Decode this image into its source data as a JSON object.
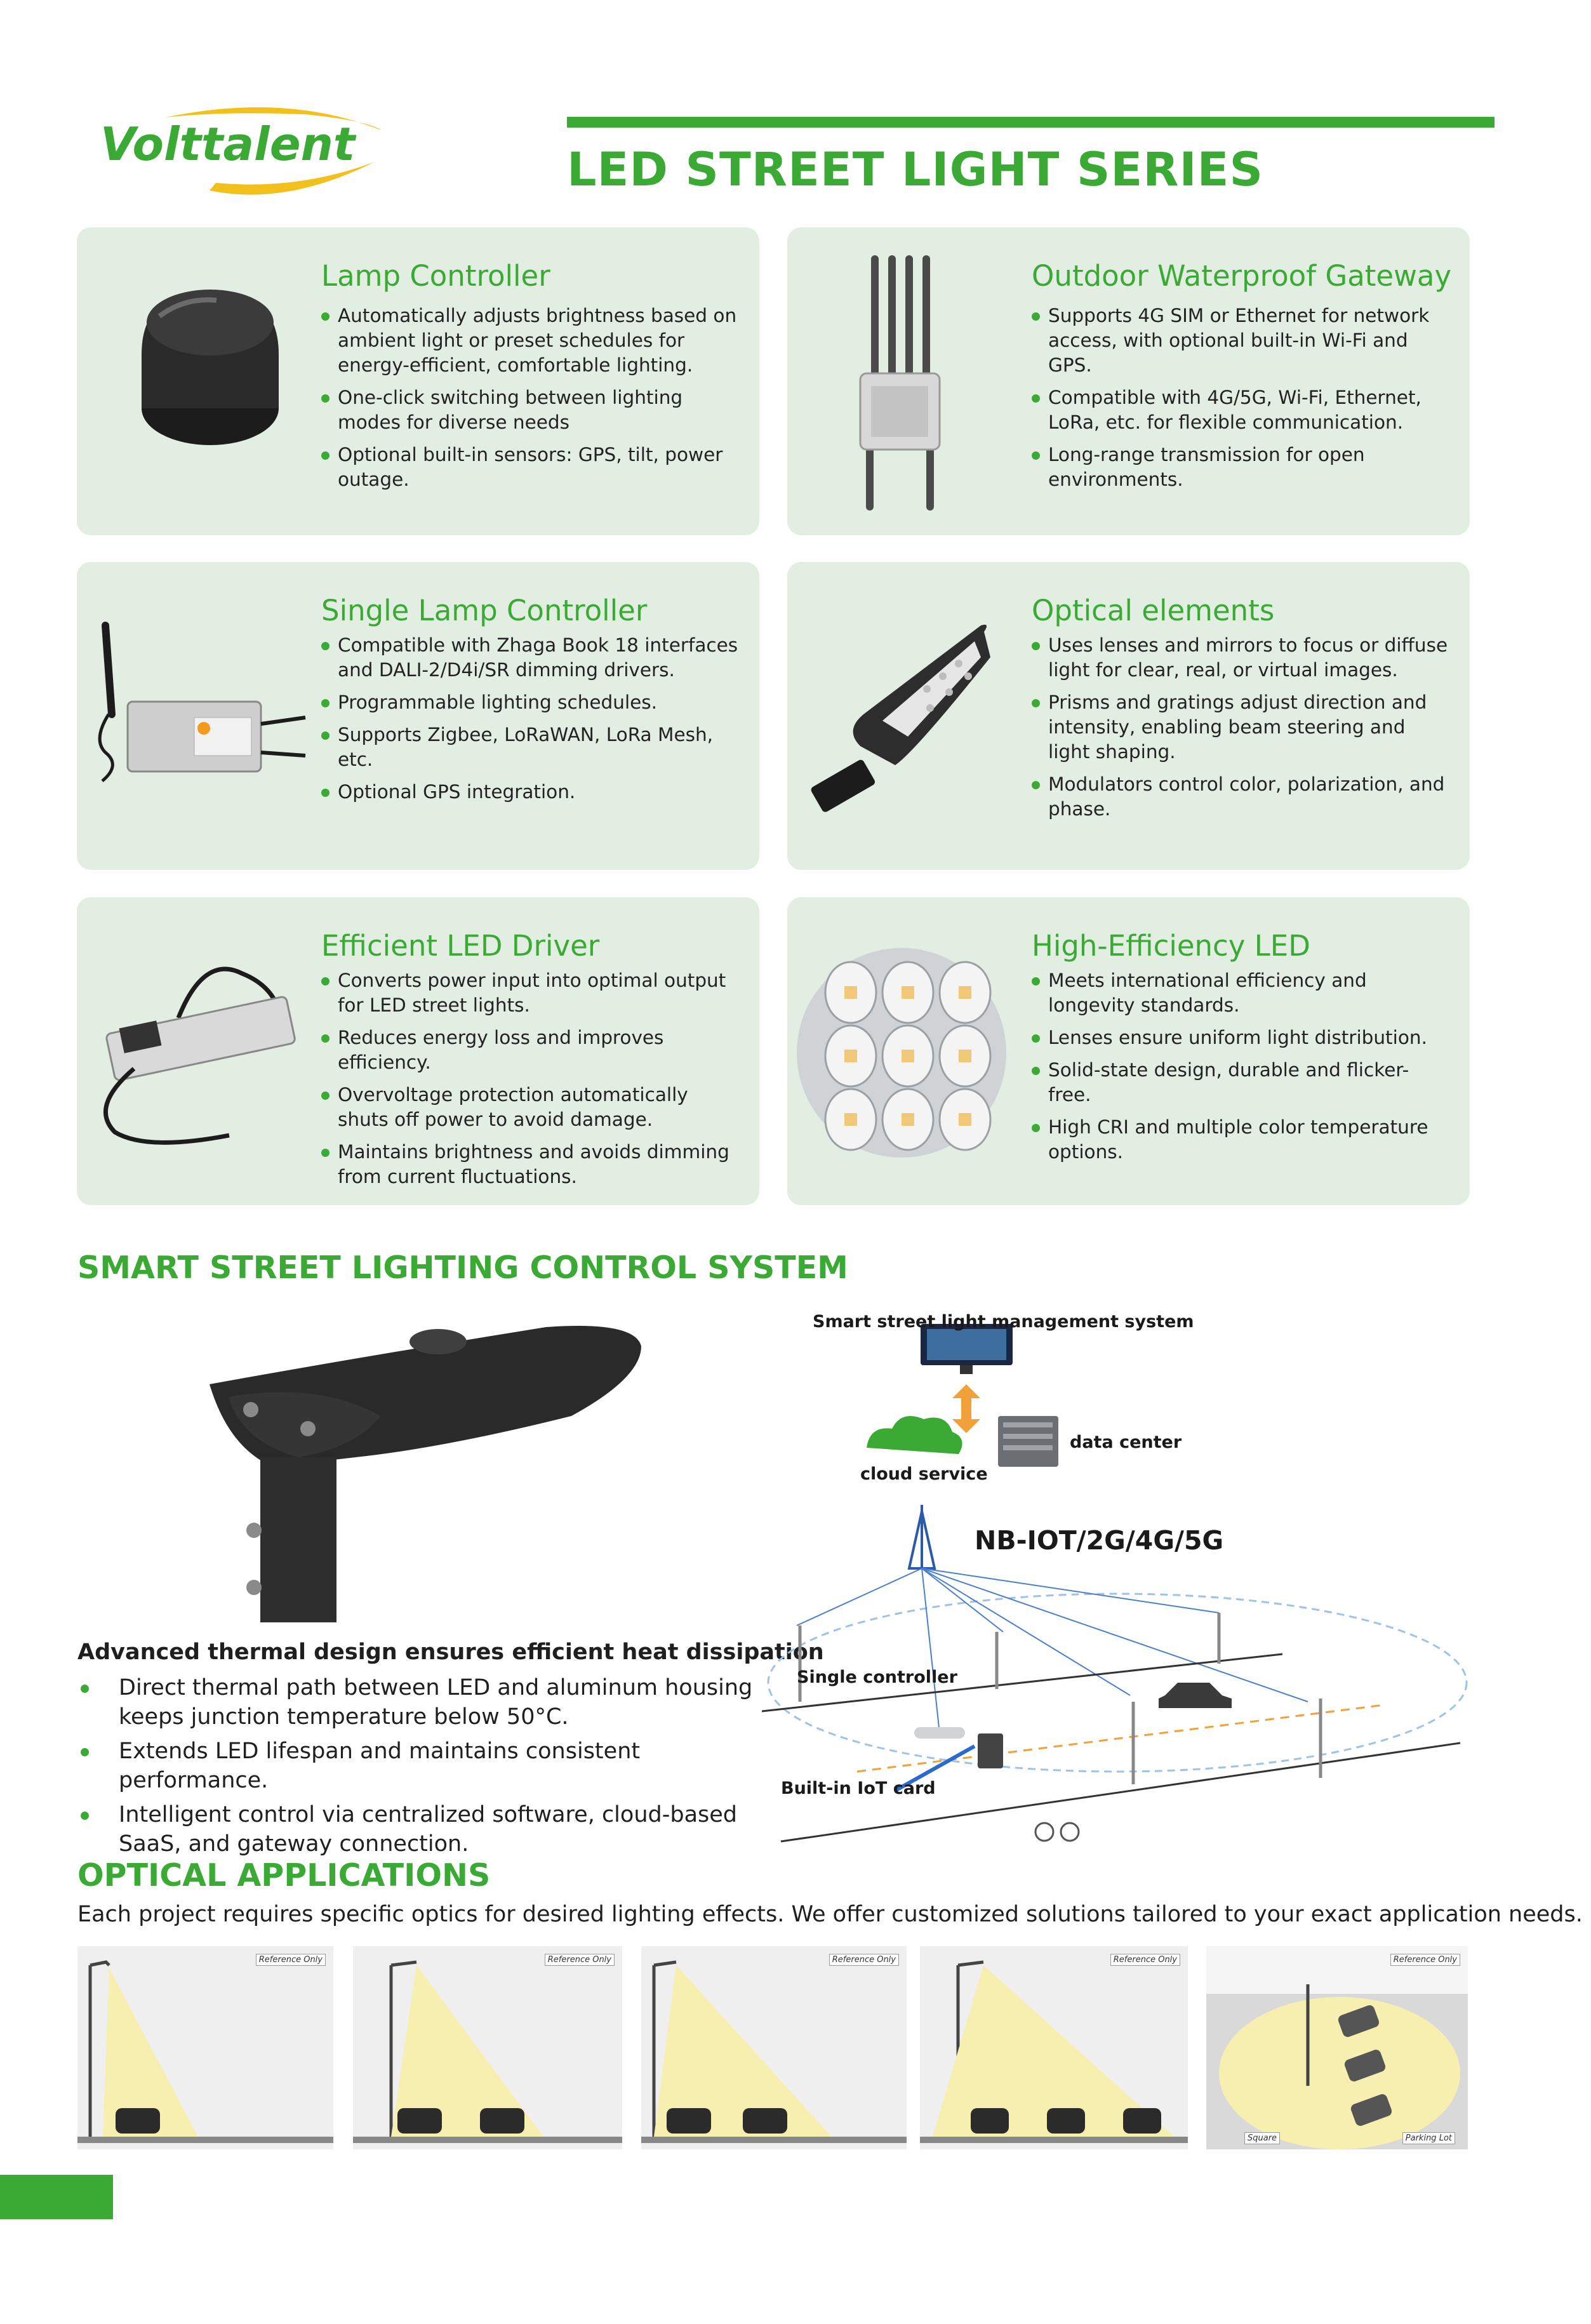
{
  "header": {
    "brand": "Volttalent",
    "title": "LED STREET LIGHT SERIES"
  },
  "cards": [
    {
      "title": "Lamp Controller",
      "bullets": [
        "Automatically adjusts brightness based on ambient light or preset schedules for energy-efficient, comfortable lighting.",
        "One-click switching between lighting modes for diverse needs",
        "Optional built-in sensors: GPS, tilt, power outage."
      ]
    },
    {
      "title": "Outdoor Waterproof Gateway",
      "bullets": [
        "Supports 4G SIM or Ethernet for network access, with optional built-in Wi-Fi and GPS.",
        "Compatible with 4G/5G, Wi-Fi, Ethernet, LoRa, etc. for flexible communication.",
        "Long-range transmission for open environments."
      ]
    },
    {
      "title": "Single Lamp Controller",
      "bullets": [
        "Compatible with Zhaga Book 18 interfaces and DALI-2/D4i/SR dimming drivers.",
        "Programmable lighting schedules.",
        "Supports Zigbee, LoRaWAN, LoRa Mesh, etc.",
        "Optional GPS integration."
      ]
    },
    {
      "title": "Optical elements",
      "bullets": [
        "Uses lenses and mirrors to focus or diffuse light for clear, real, or virtual images.",
        "Prisms and gratings adjust direction and intensity, enabling beam steering and light shaping.",
        "Modulators control color, polarization, and phase."
      ]
    },
    {
      "title": "Efficient LED Driver",
      "bullets": [
        "Converts power input into optimal output for LED street lights.",
        "Reduces energy loss and improves efficiency.",
        "Overvoltage protection automatically shuts off power to avoid damage.",
        "Maintains brightness and avoids dimming from current fluctuations."
      ]
    },
    {
      "title": "High-Efficiency LED",
      "bullets": [
        "Meets international efficiency and longevity standards.",
        "Lenses ensure uniform light distribution.",
        "Solid-state design, durable and flicker-free.",
        "High CRI and multiple color temperature options."
      ]
    }
  ],
  "control_system": {
    "title": "SMART STREET LIGHTING CONTROL SYSTEM",
    "thermal_heading": "Advanced thermal design ensures efficient heat dissipation",
    "thermal_bullets": [
      "Direct thermal path between LED and aluminum housing keeps junction temperature below 50°C.",
      "Extends LED lifespan and maintains consistent performance.",
      "Intelligent control via centralized software, cloud-based SaaS, and gateway connection."
    ],
    "diagram": {
      "management": "Smart street light management system",
      "data_center": "data center",
      "cloud": "cloud service",
      "network": "NB-IOT/2G/4G/5G",
      "single_controller": "Single controller",
      "iot_card": "Built-in IoT card"
    }
  },
  "optical": {
    "title": "OPTICAL APPLICATIONS",
    "description": "Each project requires specific optics for desired lighting effects. We offer customized solutions tailored to your exact application needs.",
    "reference_label": "Reference Only",
    "square_label": "Square",
    "parking_label": "Parking Lot"
  },
  "colors": {
    "brand_green": "#3aaa35",
    "card_bg": "#e2eee2",
    "beam_yellow": "#f6efb0"
  }
}
